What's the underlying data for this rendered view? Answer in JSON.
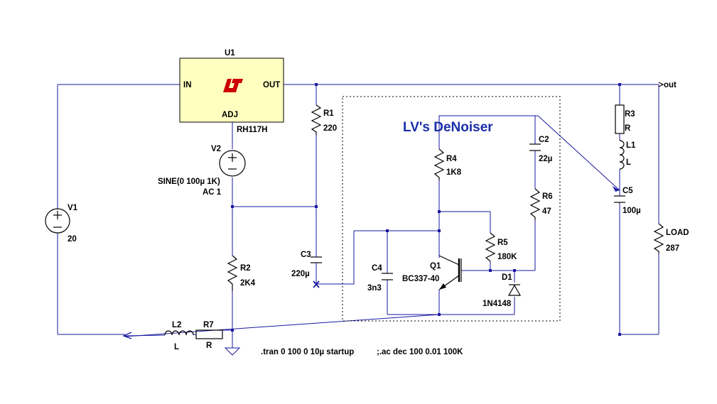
{
  "title": "LV's DeNoiser",
  "net_out": "out",
  "components": {
    "U1": {
      "ref": "U1",
      "value": "RH117H",
      "pin_in": "IN",
      "pin_out": "OUT",
      "pin_adj": "ADJ"
    },
    "V1": {
      "ref": "V1",
      "value": "20"
    },
    "V2": {
      "ref": "V2",
      "value": "SINE(0 100µ 1K)",
      "ac": "AC 1"
    },
    "R1": {
      "ref": "R1",
      "value": "220"
    },
    "R2": {
      "ref": "R2",
      "value": "2K4"
    },
    "R3": {
      "ref": "R3",
      "value": "R"
    },
    "R4": {
      "ref": "R4",
      "value": "1K8"
    },
    "R5": {
      "ref": "R5",
      "value": "180K"
    },
    "R6": {
      "ref": "R6",
      "value": "47"
    },
    "R7": {
      "ref": "R7",
      "value": "R"
    },
    "L1": {
      "ref": "L1",
      "value": "L"
    },
    "L2": {
      "ref": "L2",
      "value": "L"
    },
    "C2": {
      "ref": "C2",
      "value": "22µ"
    },
    "C3": {
      "ref": "C3",
      "value": "220µ"
    },
    "C4": {
      "ref": "C4",
      "value": "3n3"
    },
    "C5": {
      "ref": "C5",
      "value": "100µ"
    },
    "Q1": {
      "ref": "Q1",
      "value": "BC337-40"
    },
    "D1": {
      "ref": "D1",
      "value": "1N4148"
    },
    "LOAD": {
      "ref": "LOAD",
      "value": "287"
    }
  },
  "directives": {
    "tran": ".tran 0 100 0 10µ startup",
    "ac": ";.ac dec 100 0.01 100K"
  },
  "colors": {
    "wire": "#1a1aa0",
    "regulator_fill": "#ffffc0",
    "logo": "#cc0000",
    "title": "#1a2fa8"
  }
}
